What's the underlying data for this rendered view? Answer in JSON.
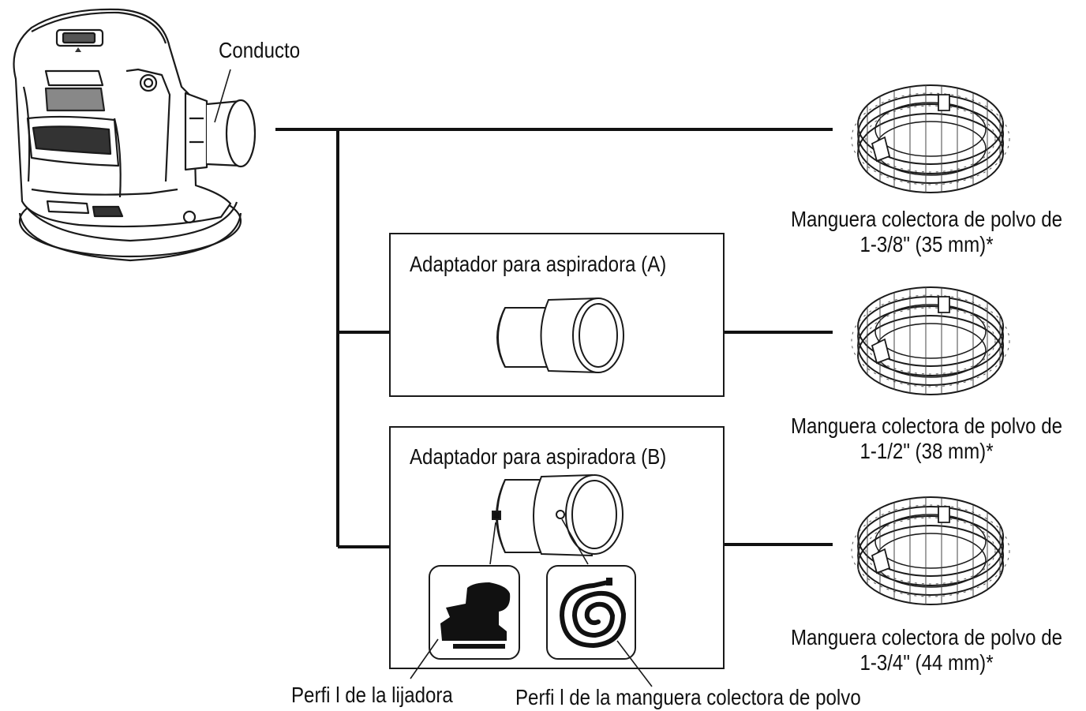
{
  "duct_label": "Conducto",
  "adapters": [
    {
      "label": "Adaptador para aspiradora (A)"
    },
    {
      "label": "Adaptador para aspiradora (B)"
    }
  ],
  "hoses": [
    {
      "line1": "Manguera colectora de polvo de",
      "line2": "1-3/8\" (35 mm)*"
    },
    {
      "line1": "Manguera colectora de polvo de",
      "line2": "1-1/2\" (38 mm)*"
    },
    {
      "line1": "Manguera colectora de polvo de",
      "line2": "1-3/4\" (44 mm)*"
    }
  ],
  "profiles": {
    "sander": "Perfi l de la lijadora",
    "hose": "Perfi l de la manguera colectora de polvo"
  },
  "icons": [
    "sander-icon",
    "vacuum-adapter-a-icon",
    "vacuum-adapter-b-icon",
    "hose-coil-icon",
    "sander-profile-icon",
    "hose-profile-icon"
  ]
}
